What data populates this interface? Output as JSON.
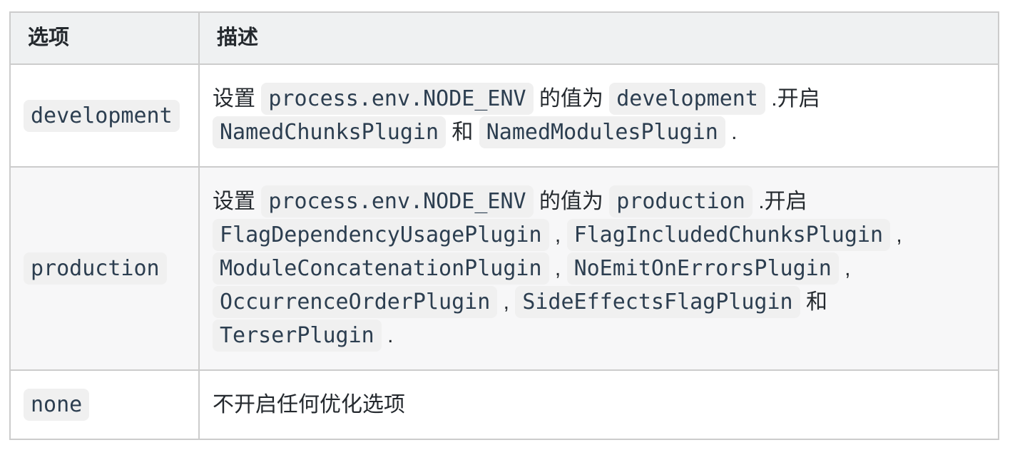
{
  "colors": {
    "text": "#24292e",
    "code_text": "#2c3e50",
    "border": "#cccccc",
    "header_bg": "#eff1f2",
    "stripe_bg": "#f7f7f8",
    "code_bg": "#f0f0f0"
  },
  "table": {
    "headers": [
      {
        "id": "option",
        "label": "选项"
      },
      {
        "id": "description",
        "label": "描述"
      }
    ],
    "rows": [
      {
        "option": "development",
        "description": [
          {
            "t": "text",
            "v": "设置 "
          },
          {
            "t": "code",
            "v": "process.env.NODE_ENV"
          },
          {
            "t": "text",
            "v": " 的值为 "
          },
          {
            "t": "code",
            "v": "development"
          },
          {
            "t": "text",
            "v": " .开启 "
          },
          {
            "t": "code",
            "v": "NamedChunksPlugin"
          },
          {
            "t": "text",
            "v": " 和 "
          },
          {
            "t": "code",
            "v": "NamedModulesPlugin"
          },
          {
            "t": "text",
            "v": " ."
          }
        ]
      },
      {
        "option": "production",
        "description": [
          {
            "t": "text",
            "v": "设置 "
          },
          {
            "t": "code",
            "v": "process.env.NODE_ENV"
          },
          {
            "t": "text",
            "v": " 的值为 "
          },
          {
            "t": "code",
            "v": "production"
          },
          {
            "t": "text",
            "v": " .开启 "
          },
          {
            "t": "code",
            "v": "FlagDependencyUsagePlugin"
          },
          {
            "t": "text",
            "v": " , "
          },
          {
            "t": "code",
            "v": "FlagIncludedChunksPlugin"
          },
          {
            "t": "text",
            "v": " , "
          },
          {
            "t": "code",
            "v": "ModuleConcatenationPlugin"
          },
          {
            "t": "text",
            "v": " , "
          },
          {
            "t": "code",
            "v": "NoEmitOnErrorsPlugin"
          },
          {
            "t": "text",
            "v": " , "
          },
          {
            "t": "code",
            "v": "OccurrenceOrderPlugin"
          },
          {
            "t": "text",
            "v": " , "
          },
          {
            "t": "code",
            "v": "SideEffectsFlagPlugin"
          },
          {
            "t": "text",
            "v": " 和 "
          },
          {
            "t": "code",
            "v": "TerserPlugin"
          },
          {
            "t": "text",
            "v": " ."
          }
        ]
      },
      {
        "option": "none",
        "description": [
          {
            "t": "text",
            "v": "不开启任何优化选项"
          }
        ]
      }
    ]
  }
}
